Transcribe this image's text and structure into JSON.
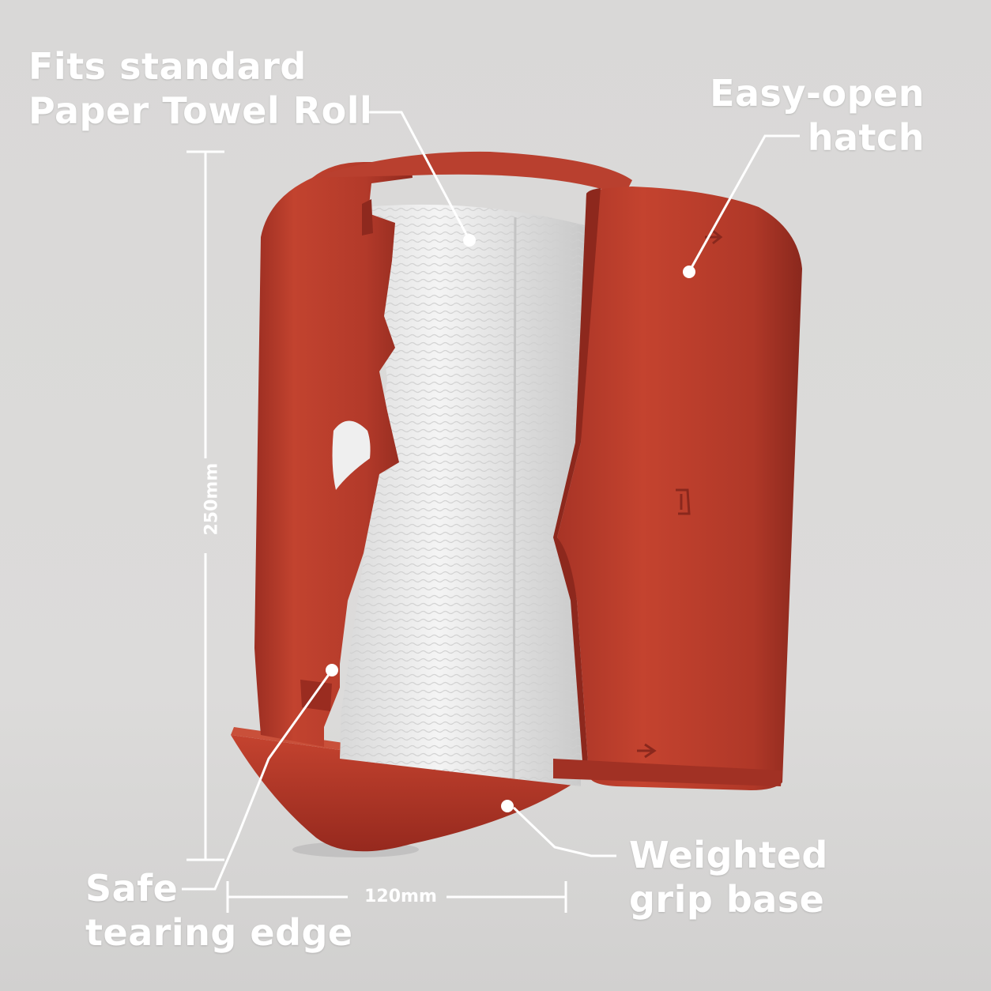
{
  "callouts": {
    "roll": {
      "line1": "Fits standard",
      "line2": "Paper Towel Roll"
    },
    "hatch": {
      "line1": "Easy-open",
      "line2": "hatch"
    },
    "tearing": {
      "line1": "Safe",
      "line2": "tearing edge"
    },
    "base": {
      "line1": "Weighted",
      "line2": "grip base"
    }
  },
  "dimensions": {
    "height": "250mm",
    "width": "120mm"
  },
  "colors": {
    "holder_red": "#b63a2b",
    "paper": "#eeeeee",
    "background": "#dad9d8",
    "annotation": "#ffffff"
  }
}
